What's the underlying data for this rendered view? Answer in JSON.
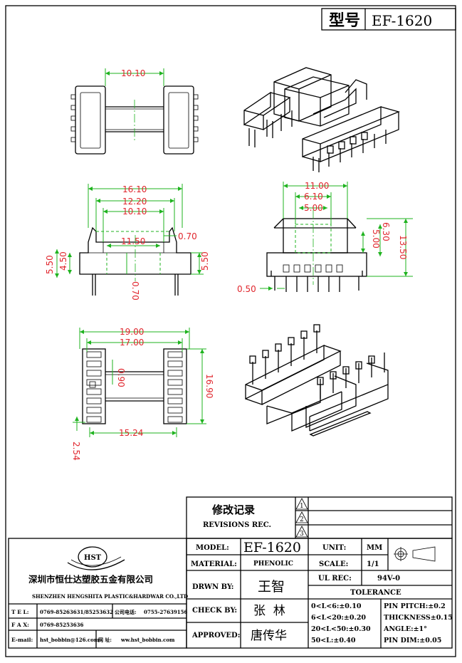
{
  "header": {
    "type_label": "型号",
    "model": "EF-1620"
  },
  "dimensions": {
    "top_view_width": "10.10",
    "front_overall": "16.10",
    "front_mid": "12.20",
    "front_inner": "10.10",
    "front_wall": "0.70",
    "front_core": "11.50",
    "front_pin": "0.70",
    "front_height_left": "4.50",
    "front_left_total": "5.50",
    "front_right_total": "5.50",
    "side_overall": "11.00",
    "side_mid": "6.10",
    "side_inner": "5.00",
    "side_core_h": "5.00",
    "side_h2": "6.30",
    "side_total_h": "13.50",
    "side_pin": "0.50",
    "bottom_overall": "19.00",
    "bottom_inner": "17.00",
    "bottom_slot": "0.90",
    "bottom_height": "16.90",
    "bottom_pitch": "2.54",
    "bottom_row": "15.24"
  },
  "revisions": {
    "title_cn": "修改记录",
    "title_en": "REVISIONS REC.",
    "marks": [
      "1",
      "2",
      "3"
    ]
  },
  "company": {
    "logo_text": "HST",
    "name_cn": "深圳市恒仕达塑胶五金有限公司",
    "name_en": "SHENZHEN HENGSHITA PLASTIC&HARDWAR CO.,LTD",
    "tel_label": "T E L:",
    "tel_value": "0769-85263631/85253632",
    "tel2_label": "公司电话:",
    "tel2_value": "0755-27639156",
    "fax_label": "F A X:",
    "fax_value": "0769-85253636",
    "email_label": "E-mail:",
    "email_value": "hst_bobbin@126.com",
    "web_label": "网 址:",
    "web_value": "ww.hst_bobbin.com"
  },
  "title_block": {
    "model_label": "MODEL:",
    "model_value": "EF-1620",
    "unit_label": "UNIT:",
    "unit_value": "MM",
    "material_label": "MATERIAL:",
    "material_value": "PHENOLIC",
    "scale_label": "SCALE:",
    "scale_value": "1/1",
    "drawn_label": "DRWN BY:",
    "drawn_value": "王智",
    "ul_label": "UL REC:",
    "ul_value": "94V-0",
    "tolerance_label": "TOLERANCE",
    "check_label": "CHECK BY:",
    "check_value": "张  林",
    "approved_label": "APPROVED:",
    "approved_value": "唐传华",
    "tol_1": "0<L<6:±0.10",
    "tol_2": "6<L<20:±0.20",
    "tol_3": "20<L<50:±0.30",
    "tol_4": "50<L:±0.40",
    "spec_1": "PIN PITCH:±0.2",
    "spec_2": "THICKNESS±0.15",
    "spec_3": "ANGLE:±1°",
    "spec_4": "PIN DIM:±0.05"
  }
}
